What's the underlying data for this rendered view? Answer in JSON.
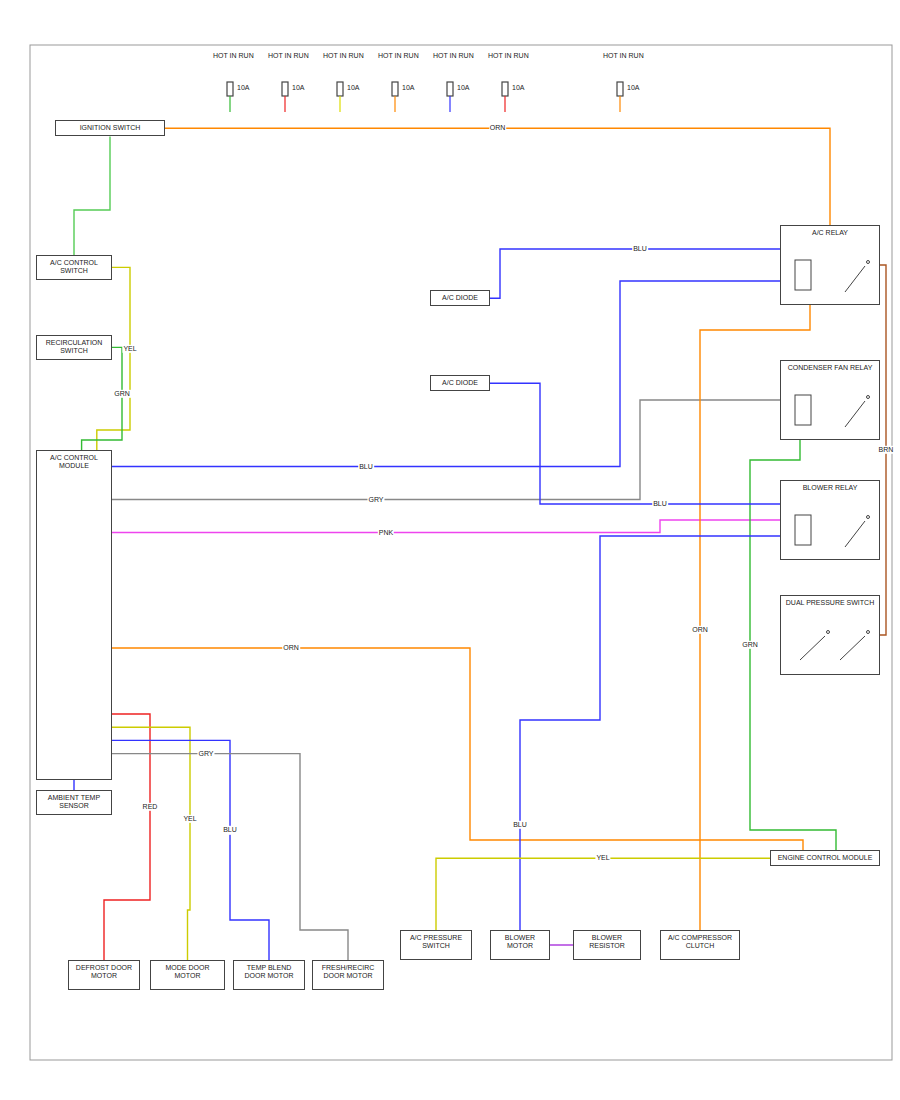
{
  "diagram": {
    "nodes": [
      {
        "text": [
          "IGNITION SWITCH"
        ]
      },
      {
        "text": [
          "A/C CONTROL SWITCH"
        ]
      },
      {
        "text": [
          "RECIRCULATION SWITCH"
        ]
      },
      {
        "text": [
          "A/C CONTROL MODULE"
        ]
      },
      {
        "text": [
          "AMBIENT TEMP SENSOR"
        ]
      },
      {
        "text": [
          "DEFROST DOOR MOTOR"
        ]
      },
      {
        "text": [
          "MODE DOOR MOTOR"
        ]
      },
      {
        "text": [
          "TEMP BLEND DOOR MOTOR"
        ]
      },
      {
        "text": [
          "FRESH/RECIRC DOOR MOTOR"
        ]
      },
      {
        "text": [
          "A/C PRESSURE SWITCH"
        ]
      },
      {
        "text": [
          "BLOWER MOTOR"
        ]
      },
      {
        "text": [
          "BLOWER RESISTOR"
        ]
      },
      {
        "text": [
          "A/C COMPRESSOR CLUTCH"
        ]
      },
      {
        "text": [
          "A/C RELAY"
        ]
      },
      {
        "text": [
          "CONDENSER FAN RELAY"
        ]
      },
      {
        "text": [
          "BLOWER RELAY"
        ]
      },
      {
        "text": [
          "DUAL PRESSURE SWITCH"
        ]
      },
      {
        "text": [
          "ENGINE CONTROL MODULE"
        ]
      },
      {
        "text": [
          "A/C DIODE"
        ]
      },
      {
        "text": [
          "A/C DIODE"
        ]
      }
    ],
    "edges": [
      {
        "from": 0,
        "to": 1,
        "arrow": "none"
      },
      {
        "from": 0,
        "to": 13,
        "arrow": "none",
        "label": "ORN"
      },
      {
        "from": 1,
        "to": 3,
        "arrow": "none",
        "label": "YEL"
      },
      {
        "from": 2,
        "to": 3,
        "arrow": "none",
        "label": "GRN"
      },
      {
        "from": 3,
        "to": 5,
        "arrow": "none",
        "label": "RED"
      },
      {
        "from": 3,
        "to": 6,
        "arrow": "none",
        "label": "YEL"
      },
      {
        "from": 3,
        "to": 7,
        "arrow": "none",
        "label": "BLU"
      },
      {
        "from": 3,
        "to": 8,
        "arrow": "none",
        "label": "GRY"
      },
      {
        "from": 3,
        "to": 13,
        "arrow": "none",
        "label": "BLU"
      },
      {
        "from": 3,
        "to": 14,
        "arrow": "none",
        "label": "GRY"
      },
      {
        "from": 3,
        "to": 15,
        "arrow": "none",
        "label": "PNK"
      },
      {
        "from": 3,
        "to": 17,
        "arrow": "none",
        "label": "ORN"
      },
      {
        "from": 4,
        "to": 3,
        "arrow": "none"
      },
      {
        "from": 13,
        "to": 12,
        "arrow": "none",
        "label": "ORN"
      },
      {
        "from": 14,
        "to": 17,
        "arrow": "none",
        "label": "GRN"
      },
      {
        "from": 15,
        "to": 10,
        "arrow": "none",
        "label": "BLU"
      },
      {
        "from": 10,
        "to": 11,
        "arrow": "none"
      },
      {
        "from": 16,
        "to": 13,
        "arrow": "none",
        "label": "BRN"
      },
      {
        "from": 9,
        "to": 17,
        "arrow": "none",
        "label": "YEL"
      },
      {
        "from": 18,
        "to": 13,
        "arrow": "none",
        "label": "BLU"
      },
      {
        "from": 19,
        "to": 15,
        "arrow": "none",
        "label": "BLU"
      }
    ],
    "labels": [
      "HOT IN RUN",
      "HOT IN RUN",
      "HOT IN RUN",
      "HOT IN RUN",
      "HOT IN RUN",
      "HOT IN RUN",
      "HOT IN RUN",
      "10A",
      "10A",
      "10A",
      "10A",
      "10A",
      "10A",
      "10A"
    ]
  }
}
